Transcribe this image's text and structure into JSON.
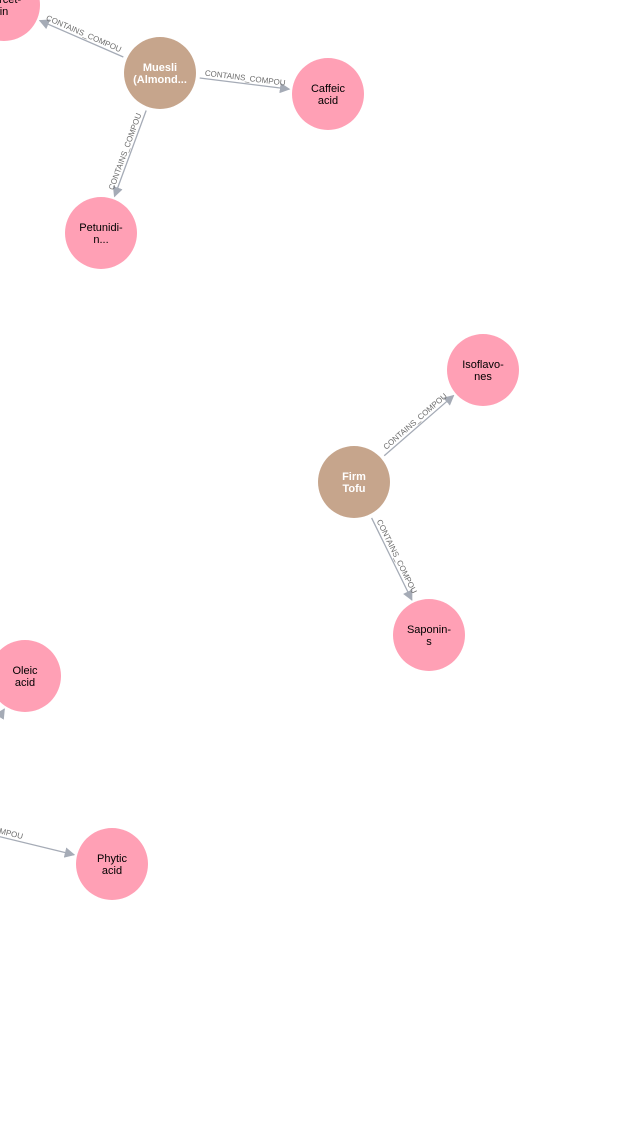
{
  "colors": {
    "food": "#c6a58c",
    "compound": "#ffa0b5",
    "edge": "#a5abb6",
    "edge_label": "#6d6d6d"
  },
  "relationship_label": "CONTAINS_COMPOU...",
  "nodes": [
    {
      "id": "muesli",
      "kind": "food",
      "lines": [
        "Muesli",
        "(Almond..."
      ]
    },
    {
      "id": "caffeic",
      "kind": "compound",
      "lines": [
        "Caffeic",
        "acid"
      ]
    },
    {
      "id": "petunidin",
      "kind": "compound",
      "lines": [
        "Petunidi-",
        "n..."
      ]
    },
    {
      "id": "quercetin",
      "kind": "compound",
      "lines": [
        "uercet-",
        "in"
      ]
    },
    {
      "id": "firm_tofu",
      "kind": "food",
      "lines": [
        "Firm",
        "Tofu"
      ]
    },
    {
      "id": "isoflavones",
      "kind": "compound",
      "lines": [
        "Isoflavo-",
        "nes"
      ]
    },
    {
      "id": "saponins",
      "kind": "compound",
      "lines": [
        "Saponin-",
        "s"
      ]
    },
    {
      "id": "oleic",
      "kind": "compound",
      "lines": [
        "Oleic",
        "acid"
      ]
    },
    {
      "id": "phytic",
      "kind": "compound",
      "lines": [
        "Phytic",
        "acid"
      ]
    }
  ],
  "edges": [
    {
      "from": "muesli",
      "to": "quercetin",
      "label": "CONTAINS_COMPOU"
    },
    {
      "from": "muesli",
      "to": "caffeic",
      "label": "CONTAINS_COMPOU"
    },
    {
      "from": "muesli",
      "to": "petunidin",
      "label": "CONTAINS_COMPOU"
    },
    {
      "from": "firm_tofu",
      "to": "isoflavones",
      "label": "CONTAINS_COMPOU"
    },
    {
      "from": "firm_tofu",
      "to": "saponins",
      "label": "CONTAINS_COMPOU"
    },
    {
      "from": "offscreen_a",
      "to": "oleic",
      "label": ""
    },
    {
      "from": "offscreen_b",
      "to": "phytic",
      "label": "CONTAINS_COMPOU"
    }
  ]
}
